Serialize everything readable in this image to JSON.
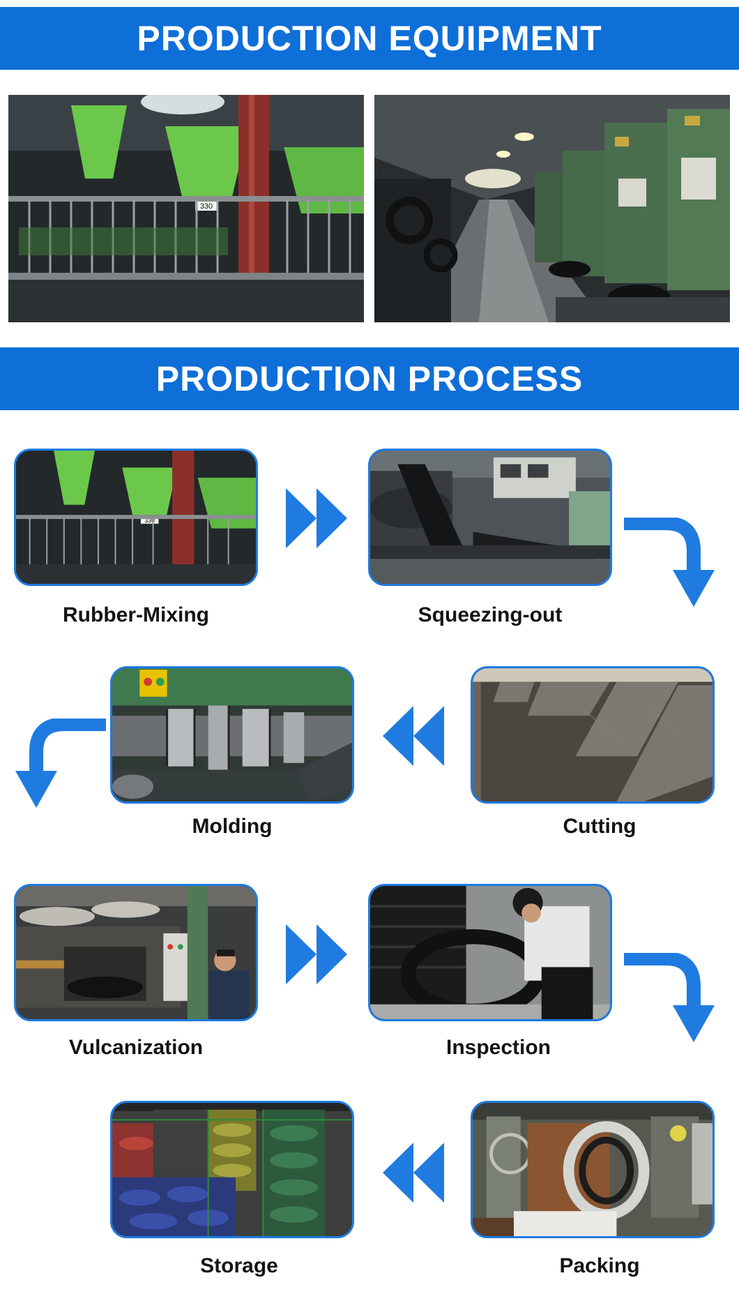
{
  "equipment": {
    "title": "PRODUCTION EQUIPMENT",
    "photo1": {
      "alt": "mixing hoppers",
      "tag": "330",
      "brand": ""
    },
    "photo2": {
      "alt": "vulcanizing press line"
    }
  },
  "process": {
    "title": "PRODUCTION PROCESS",
    "steps": [
      {
        "label": "Rubber-Mixing",
        "tag": "330"
      },
      {
        "label": "Squeezing-out"
      },
      {
        "label": "Cutting"
      },
      {
        "label": "Molding"
      },
      {
        "label": "Vulcanization"
      },
      {
        "label": "Inspection"
      },
      {
        "label": "Packing"
      },
      {
        "label": "Storage"
      }
    ]
  },
  "colors": {
    "banner": "#0e6fd8",
    "arrow": "#1f7be0",
    "card_border": "#1f7be0",
    "hopper": "#6cc84b"
  },
  "icons": [
    "double-chevron-right-icon",
    "double-chevron-left-icon",
    "turn-down-right-icon",
    "turn-down-left-icon"
  ]
}
